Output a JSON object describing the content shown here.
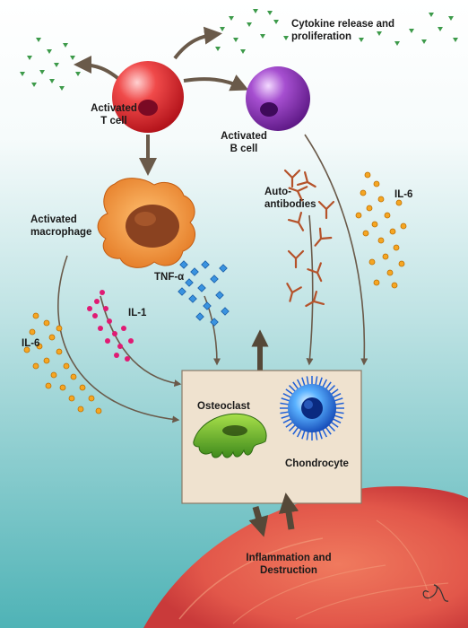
{
  "labels": {
    "cytokine_line1": "Cytokine release and",
    "cytokine_line2": "proliferation",
    "t_cell_line1": "Activated",
    "t_cell_line2": "T cell",
    "b_cell_line1": "Activated",
    "b_cell_line2": "B cell",
    "macrophage_line1": "Activated",
    "macrophage_line2": "macrophage",
    "autoantibodies_line1": "Auto-",
    "autoantibodies_line2": "antibodies",
    "il6_right": "IL-6",
    "tnf_alpha": "TNF-α",
    "il1": "IL-1",
    "il6_left": "IL-6",
    "osteoclast": "Osteoclast",
    "chondrocyte": "Chondrocyte",
    "inflammation_line1": "Inflammation and",
    "inflammation_line2": "Destruction"
  },
  "colors": {
    "background_top": "#ffffff",
    "background_bottom": "#5fbdbf",
    "t_cell": "#e8202a",
    "b_cell": "#8a2fb0",
    "macrophage": "#f08a25",
    "osteoclast": "#6db52c",
    "chondrocyte": "#1f5fd6",
    "il1_dots": "#e01a73",
    "il6_dots": "#f5a623",
    "tnf_squares": "#3a93e0",
    "antibodies": "#b5522a",
    "cytokine_triangles": "#3d9a4a",
    "box_fill": "#efe2cf",
    "bone_tissue": "#e8554a",
    "arrows": "#6a5a4a"
  }
}
